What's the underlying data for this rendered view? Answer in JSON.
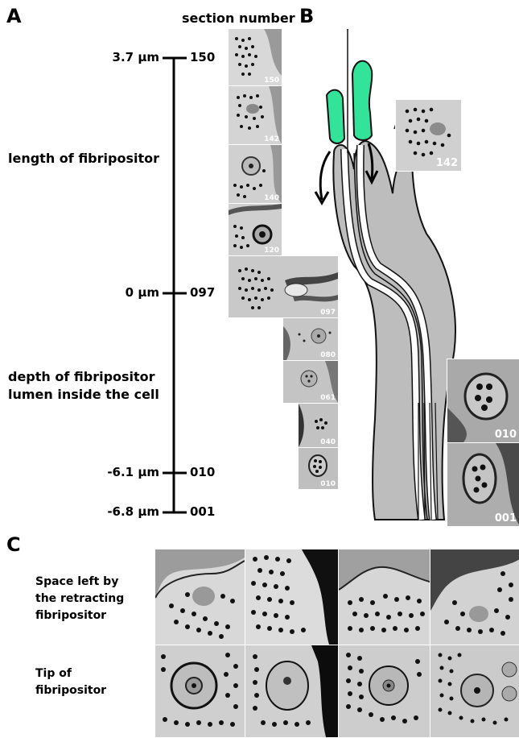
{
  "panels": {
    "a": "A",
    "b": "B",
    "c": "C"
  },
  "panel_a": {
    "header": "section number",
    "section_labels": [
      "length of fibripositor",
      "depth of fibripositor\nlumen inside the cell"
    ],
    "ticks": [
      {
        "depth": "3.7 μm",
        "section": "150"
      },
      {
        "depth": "0 μm",
        "section": "097"
      },
      {
        "depth": "-6.1 μm",
        "section": "010"
      },
      {
        "depth": "-6.8 μm",
        "section": "001"
      }
    ],
    "micrograph_labels": [
      "150",
      "142",
      "140",
      "120",
      "097",
      "080",
      "061",
      "040",
      "010"
    ]
  },
  "panel_b": {
    "inset_labels": [
      "142",
      "010",
      "001"
    ],
    "accent_color": "#33e39a",
    "body_color": "#bdbdbd"
  },
  "panel_c": {
    "row_labels": [
      "Space left by\nthe retracting\nfibripositor",
      "Tip of\nfibripositor"
    ]
  }
}
